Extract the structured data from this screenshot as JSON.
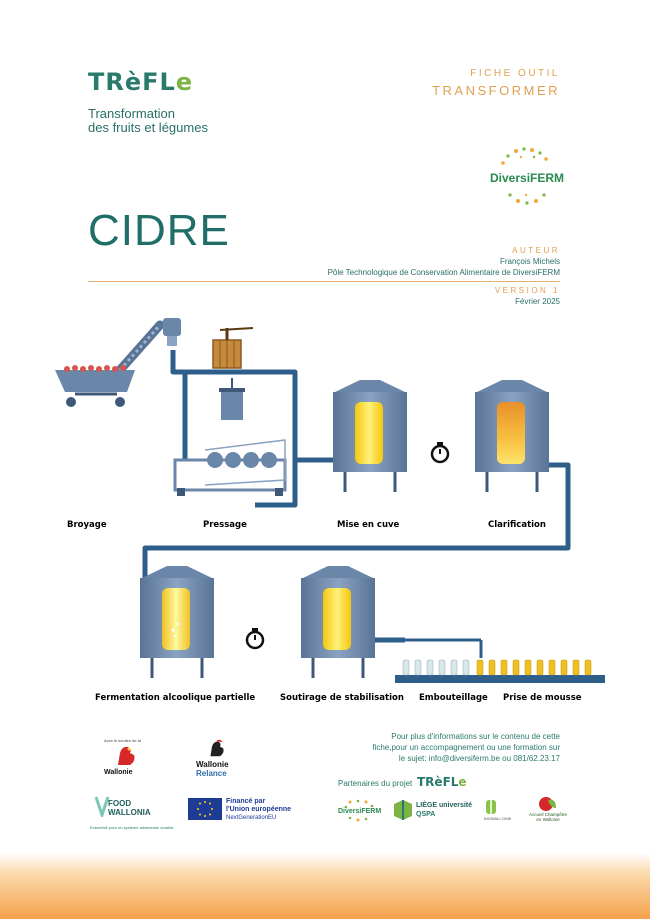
{
  "header": {
    "brand": {
      "pre": "TRèFL",
      "e": "e"
    },
    "subtitle_line1": "Transformation",
    "subtitle_line2": "des fruits et légumes",
    "fiche_label": "FICHE OUTIL",
    "fiche_sub": "TRANSFORMER",
    "partner_logo_text": "DiversiFERM"
  },
  "title": "CIDRE",
  "author": {
    "label": "AUTEUR",
    "name": "François Michels",
    "org": "Pôle Technologique de Conservation Alimentaire de DiversiFERM"
  },
  "version": {
    "label": "VERSION 1",
    "date": "Février 2025"
  },
  "process": {
    "steps": [
      {
        "label": "Broyage"
      },
      {
        "label": "Pressage"
      },
      {
        "label": "Mise en cuve"
      },
      {
        "label": "Clarification"
      },
      {
        "label": "Fermentation alcoolique partielle"
      },
      {
        "label": "Soutirage de stabilisation"
      },
      {
        "label": "Embouteillage"
      },
      {
        "label": "Prise de mousse"
      }
    ],
    "colors": {
      "pipe": "#2e5f8a",
      "tank": "#6a86a8",
      "juice": "#f5d020",
      "juice_cloudy": "#f0b030"
    }
  },
  "footer": {
    "info_line1": "Pour plus d'informations sur le contenu de cette",
    "info_line2": "fiche,pour un accompagnement ou une formation sur",
    "info_line3": "le sujet: info@diversiferm.be ou 081/62.23.17",
    "partners_label": "Partenaires du projet",
    "partners_brand": {
      "pre": "TRèFL",
      "e": "e"
    },
    "logos": {
      "wallonie_support": "Avec le soutien de la",
      "wallonie": "Wallonie",
      "wallonie_relance_1": "Wallonie",
      "wallonie_relance_2": "Relance",
      "food_wallonia_1": "FOOD",
      "food_wallonia_2": "WALLONIA",
      "food_wallonia_tag": "Ensemble pour un système alimentaire durable",
      "eu_1": "Financé par",
      "eu_2": "l'Union européenne",
      "eu_3": "NextGenerationEU",
      "diversiferm": "DiversiFERM",
      "liege_1": "LIÈGE université",
      "liege_2": "QSPA",
      "biowallonie": "BIOWALLONIE",
      "accueil_1": "Accueil Champêtre",
      "accueil_2": "en Wallonie"
    }
  }
}
